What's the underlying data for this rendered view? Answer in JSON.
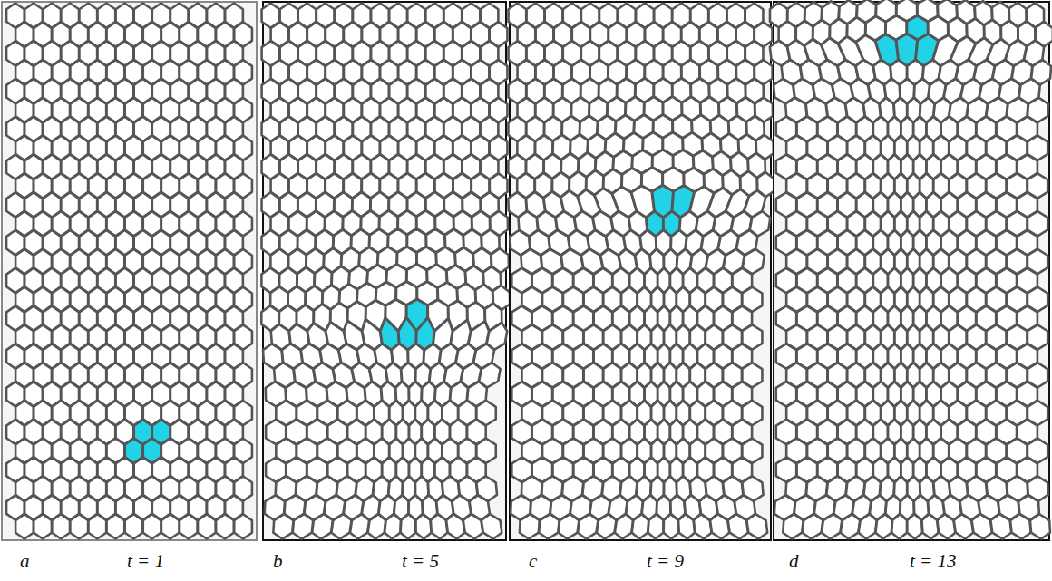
{
  "diagram": {
    "labels": [
      "a",
      "t = 1",
      "b",
      "t = 5",
      "c",
      "t = 9",
      "d",
      "t = 13"
    ]
  }
}
